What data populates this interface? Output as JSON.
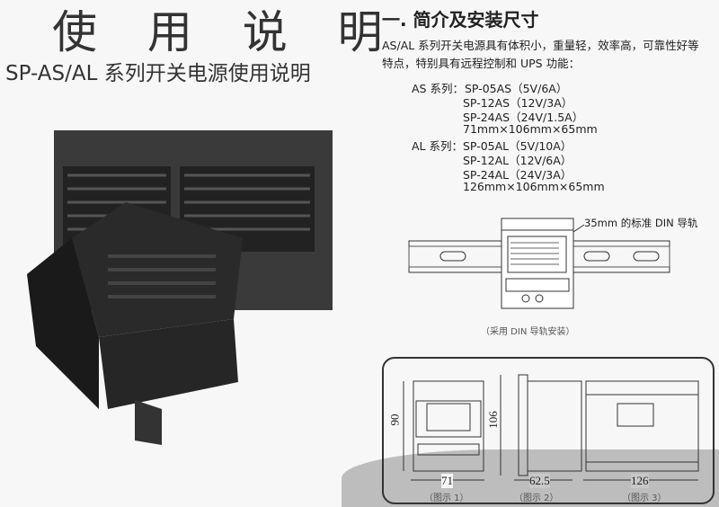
{
  "title": "使 用 说 明",
  "subtitle": "SP-AS/AL 系列开关电源使用说明",
  "section": {
    "heading": "一. 简介及安装尺寸",
    "intro_line1": "AS/AL 系列开关电源具有体积小，重量轻，效率高，可靠性好等",
    "intro_line2": "特点，特别具有远程控制和 UPS 功能：",
    "as_label": "AS 系列：",
    "as_models": [
      "SP-05AS（5V/6A）",
      "SP-12AS（12V/3A）",
      "SP-24AS（24V/1.5A）",
      "71mm×106mm×65mm"
    ],
    "al_label": "AL 系列：",
    "al_models": [
      "SP-05AL（5V/10A）",
      "SP-12AL（12V/6A）",
      "SP-24AL（24V/3A）",
      "126mm×106mm×65mm"
    ]
  },
  "din": {
    "label": "35mm 的标准 DIN 导轨",
    "caption": "（采用 DIN 导轨安装）"
  },
  "figures": {
    "dim_90": "90",
    "dim_71": "71",
    "dim_106": "106",
    "dim_62_5": "62.5",
    "dim_126": "126",
    "cap1": "（图示 1）",
    "cap2": "（图示 2）",
    "cap3": "（图示 3）"
  }
}
